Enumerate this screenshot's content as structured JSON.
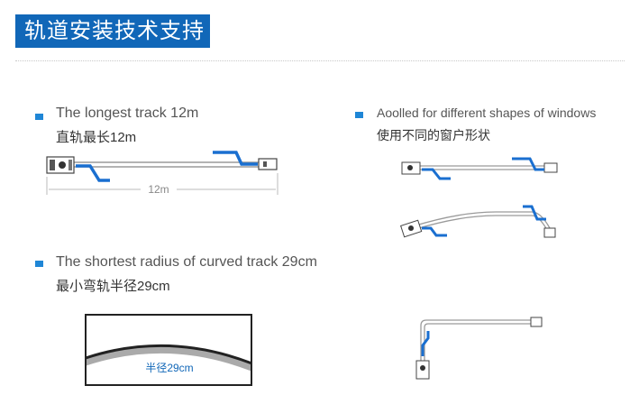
{
  "title": "轨道安装技术支持",
  "sections": {
    "longest": {
      "en": "The longest track 12m",
      "cn": "直轨最长12m",
      "dimension": "12m"
    },
    "shapes": {
      "en": "Aoolled for different shapes of windows",
      "cn": "使用不同的窗户形状"
    },
    "shortest": {
      "en": "The shortest radius of curved track 29cm",
      "cn": "最小弯轨半径29cm",
      "radius_label": "半径29cm"
    }
  },
  "colors": {
    "title_bg": "#1167b8",
    "bullet": "#1f86d6",
    "cord": "#1a6fd0"
  },
  "icons": [
    "square-bullet-icon",
    "track-motor-icon",
    "track-end-cap-icon"
  ]
}
